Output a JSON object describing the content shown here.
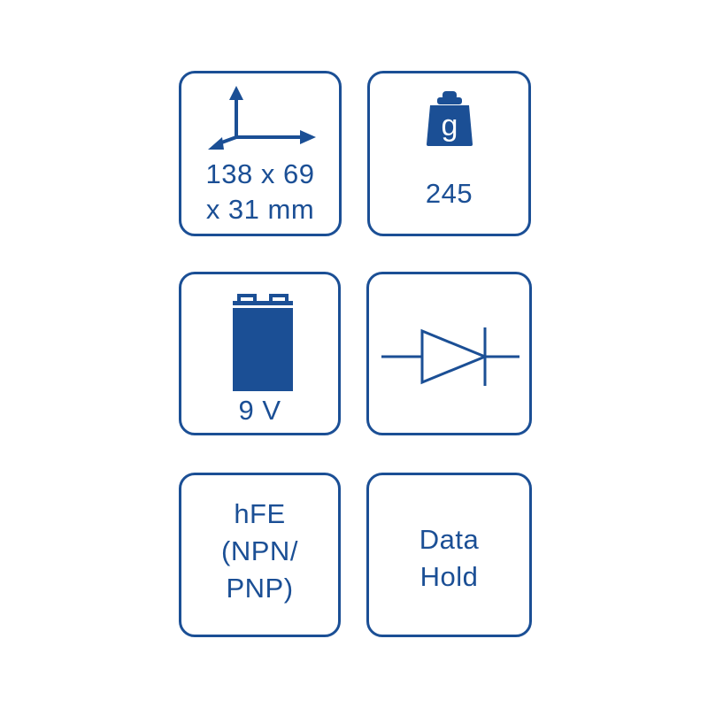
{
  "tiles": {
    "dimensions": {
      "icon": "axes-3d-icon",
      "label": "138 x 69\nx 31 mm"
    },
    "weight": {
      "icon": "weight-g-icon",
      "icon_text": "g",
      "label": "245"
    },
    "battery": {
      "icon": "battery-9v-icon",
      "label": "9 V"
    },
    "diode": {
      "icon": "diode-icon"
    },
    "hfe": {
      "label": "hFE\n(NPN/\nPNP)"
    },
    "data_hold": {
      "label": "Data\nHold"
    }
  },
  "colors": {
    "primary": "#1b4f95",
    "background": "#ffffff"
  }
}
